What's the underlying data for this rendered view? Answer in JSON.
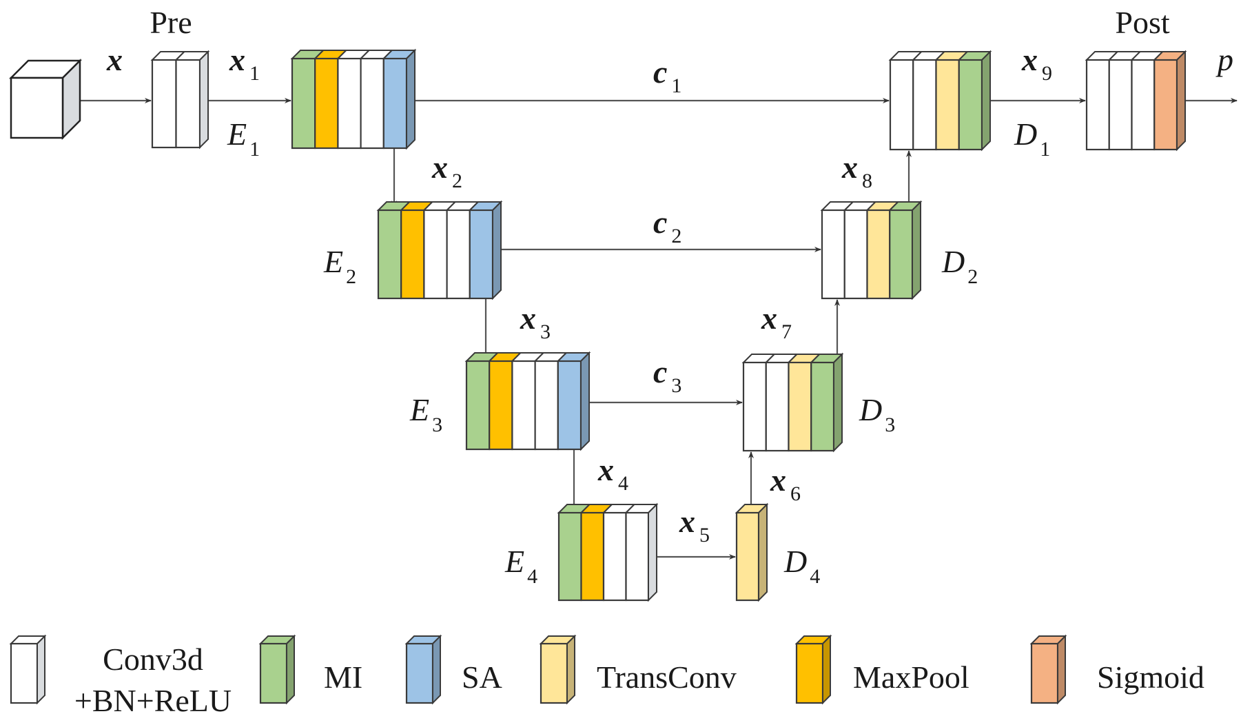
{
  "colors": {
    "conv": "#ffffff",
    "mi": "#a9d18e",
    "sa": "#9dc3e6",
    "transconv": "#ffe699",
    "maxpool": "#ffc000",
    "sigmoid": "#f4b183",
    "input": "#ffffff",
    "arrow": "#555555",
    "outline": "#333333"
  },
  "diagram": {
    "input_cube": {
      "name": "input-volume"
    },
    "blocks": [
      {
        "id": "pre",
        "title": "Pre",
        "layers": [
          "conv",
          "conv"
        ]
      },
      {
        "id": "E1",
        "label": "E",
        "sub": "1",
        "layers": [
          "mi",
          "maxpool",
          "conv",
          "conv",
          "sa"
        ]
      },
      {
        "id": "E2",
        "label": "E",
        "sub": "2",
        "layers": [
          "mi",
          "maxpool",
          "conv",
          "conv",
          "sa"
        ]
      },
      {
        "id": "E3",
        "label": "E",
        "sub": "3",
        "layers": [
          "mi",
          "maxpool",
          "conv",
          "conv",
          "sa"
        ]
      },
      {
        "id": "E4",
        "label": "E",
        "sub": "4",
        "layers": [
          "mi",
          "maxpool",
          "conv",
          "conv"
        ]
      },
      {
        "id": "D4",
        "label": "D",
        "sub": "4",
        "layers": [
          "transconv"
        ]
      },
      {
        "id": "D3",
        "label": "D",
        "sub": "3",
        "layers": [
          "conv",
          "conv",
          "transconv",
          "mi"
        ]
      },
      {
        "id": "D2",
        "label": "D",
        "sub": "2",
        "layers": [
          "conv",
          "conv",
          "transconv",
          "mi"
        ]
      },
      {
        "id": "D1",
        "label": "D",
        "sub": "1",
        "layers": [
          "conv",
          "conv",
          "transconv",
          "mi"
        ]
      },
      {
        "id": "post",
        "title": "Post",
        "layers": [
          "conv",
          "conv",
          "conv",
          "sigmoid"
        ]
      }
    ],
    "variables": [
      {
        "id": "x",
        "base": "x",
        "sub": ""
      },
      {
        "id": "x1",
        "base": "x",
        "sub": "1"
      },
      {
        "id": "x2",
        "base": "x",
        "sub": "2"
      },
      {
        "id": "x3",
        "base": "x",
        "sub": "3"
      },
      {
        "id": "x4",
        "base": "x",
        "sub": "4"
      },
      {
        "id": "x5",
        "base": "x",
        "sub": "5"
      },
      {
        "id": "x6",
        "base": "x",
        "sub": "6"
      },
      {
        "id": "x7",
        "base": "x",
        "sub": "7"
      },
      {
        "id": "x8",
        "base": "x",
        "sub": "8"
      },
      {
        "id": "x9",
        "base": "x",
        "sub": "9"
      },
      {
        "id": "c1",
        "base": "c",
        "sub": "1"
      },
      {
        "id": "c2",
        "base": "c",
        "sub": "2"
      },
      {
        "id": "c3",
        "base": "c",
        "sub": "3"
      },
      {
        "id": "p",
        "base": "p",
        "sub": ""
      }
    ],
    "connections": [
      {
        "from": "input",
        "to": "pre",
        "label": "x"
      },
      {
        "from": "pre",
        "to": "E1",
        "label": "x1"
      },
      {
        "from": "E1",
        "to": "E2",
        "label": "x2"
      },
      {
        "from": "E2",
        "to": "E3",
        "label": "x3"
      },
      {
        "from": "E3",
        "to": "E4",
        "label": "x4"
      },
      {
        "from": "E4",
        "to": "D4",
        "label": "x5"
      },
      {
        "from": "D4",
        "to": "D3",
        "label": "x6"
      },
      {
        "from": "D3",
        "to": "D2",
        "label": "x7"
      },
      {
        "from": "D2",
        "to": "D1",
        "label": "x8"
      },
      {
        "from": "D1",
        "to": "post",
        "label": "x9"
      },
      {
        "from": "post",
        "to": "output",
        "label": "p"
      },
      {
        "from": "E1",
        "to": "D1",
        "label": "c1",
        "type": "skip"
      },
      {
        "from": "E2",
        "to": "D2",
        "label": "c2",
        "type": "skip"
      },
      {
        "from": "E3",
        "to": "D3",
        "label": "c3",
        "type": "skip"
      }
    ]
  },
  "legend": [
    {
      "key": "conv",
      "label_line1": "Conv3d",
      "label_line2": "+BN+ReLU"
    },
    {
      "key": "mi",
      "label_line1": "MI",
      "label_line2": ""
    },
    {
      "key": "sa",
      "label_line1": "SA",
      "label_line2": ""
    },
    {
      "key": "transconv",
      "label_line1": "TransConv",
      "label_line2": ""
    },
    {
      "key": "maxpool",
      "label_line1": "MaxPool",
      "label_line2": ""
    },
    {
      "key": "sigmoid",
      "label_line1": "Sigmoid",
      "label_line2": ""
    }
  ]
}
